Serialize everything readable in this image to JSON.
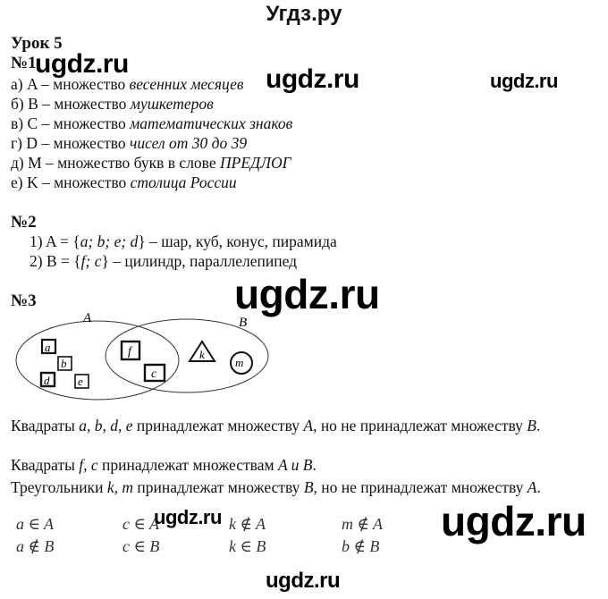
{
  "site_title": "Угдз.ру",
  "lesson": "Урок 5",
  "watermarks": [
    "ugdz.ru",
    "ugdz.ru",
    "ugdz.ru",
    "ugdz.ru",
    "ugdz.ru",
    "ugdz.ru",
    "ugdz.ru"
  ],
  "task1": {
    "number": "№1",
    "items": [
      {
        "prefix": "а) A – множество ",
        "italic": "весенних месяцев"
      },
      {
        "prefix": "б) B – множество ",
        "italic": "мушкетеров"
      },
      {
        "prefix": "в) C – множество ",
        "italic": "математических знаков"
      },
      {
        "prefix": "г) D – множество ",
        "italic": "чисел от 30 до 39"
      },
      {
        "prefix": "д) M – множество букв в слове ",
        "italic": "ПРЕДЛОГ"
      },
      {
        "prefix": "е) K – множество ",
        "italic": "столица России"
      }
    ]
  },
  "task2": {
    "number": "№2",
    "items": [
      {
        "prefix": "1) A = {",
        "italic": "a; b; e; d",
        "suffix": "} – шар, куб, конус, пирамида"
      },
      {
        "prefix": "2) B = {",
        "italic": "f; c",
        "suffix": "} – цилиндр, параллелепипед"
      }
    ]
  },
  "task3": {
    "number": "№3",
    "diagram": {
      "set_labels": {
        "A": "A",
        "B": "B"
      },
      "squares": [
        "a",
        "b",
        "d",
        "e",
        "f",
        "c"
      ],
      "triangle": "k",
      "circle": "m"
    },
    "paragraphs": [
      {
        "t1": "Квадраты ",
        "i1": "a, b, d, e",
        "t2": " принадлежат множеству ",
        "i2": "A",
        "t3": ", но не принадлежат множеству ",
        "i3": "B",
        "t4": "."
      },
      {
        "t1": "Квадраты ",
        "i1": "f, c",
        "t2": " принадлежат множествам ",
        "i2": "A и B",
        "t3": "."
      },
      {
        "t1": "Треугольники ",
        "i1": "k, m",
        "t2": " принадлежат множеству ",
        "i2": "B",
        "t3": ", но не принадлежат множеству ",
        "i3": "A",
        "t4": "."
      }
    ],
    "relations": [
      [
        "a ∈ A",
        "c ∈ A",
        "k ∉ A",
        "m ∉ A"
      ],
      [
        "a ∉ B",
        "c ∈ B",
        "k ∈ B",
        "b ∉ B"
      ]
    ]
  }
}
